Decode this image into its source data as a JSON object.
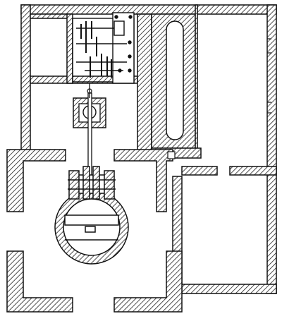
{
  "diagram": {
    "palette": {
      "ink": "#111111",
      "paper": "#ffffff",
      "hatch": "#222222"
    },
    "parts": [
      "building-walls",
      "wall-hatching",
      "engine-room",
      "gear-mechanism",
      "connecting-rod",
      "crosshead-guide",
      "cylinder-cross-section",
      "piston",
      "flue-chimney",
      "wall-openings"
    ]
  }
}
